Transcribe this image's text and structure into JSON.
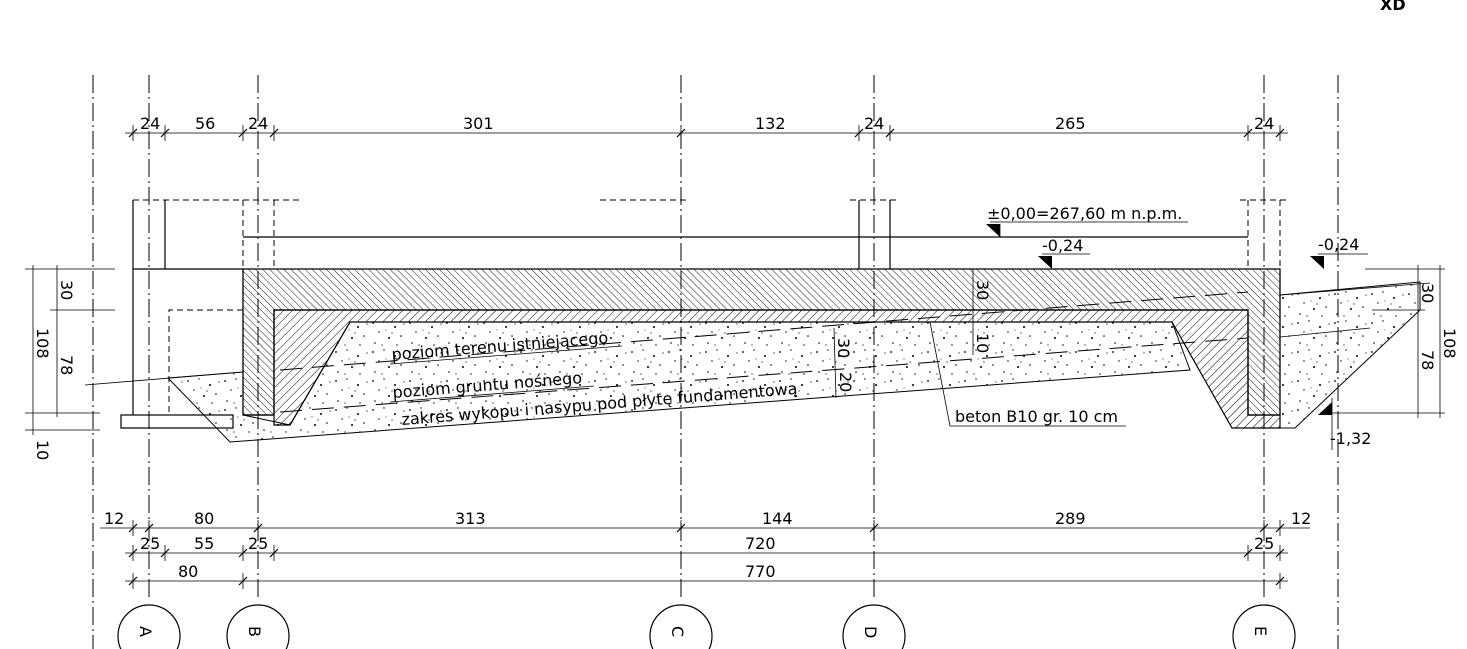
{
  "corner_mark": "XD",
  "top_dimensions": [
    "24",
    "56",
    "24",
    "301",
    "132",
    "24",
    "265",
    "24"
  ],
  "bottom_dimensions_row1": [
    "12",
    "80",
    "313",
    "144",
    "289",
    "12"
  ],
  "bottom_dimensions_row2": [
    "25",
    "55",
    "25",
    "720",
    "25"
  ],
  "bottom_dimensions_row3": [
    "80",
    "770"
  ],
  "left_dimensions": {
    "total": "108",
    "top": "30",
    "middle": "78",
    "bottom": "10"
  },
  "right_dimensions": {
    "total": "108",
    "top": "30",
    "middle": "78"
  },
  "inner_dimensions": {
    "slab": "30",
    "concrete": "10",
    "fill_upper": "30",
    "fill_lower": "20"
  },
  "levels": {
    "zero": "±0,00=267,60 m n.p.m.",
    "slab_top": "-0,24",
    "ground_right": "-0,24",
    "foundation": "-1,32"
  },
  "annotations": {
    "existing_terrain": "poziom terenu istniejącego",
    "bearing_soil": "poziom gruntu nośnego",
    "excavation": "zakres wykopu i nasypu pod płytę fundamentową",
    "concrete": "beton B10 gr. 10 cm"
  },
  "axes": [
    "A",
    "B",
    "C",
    "D",
    "E"
  ]
}
